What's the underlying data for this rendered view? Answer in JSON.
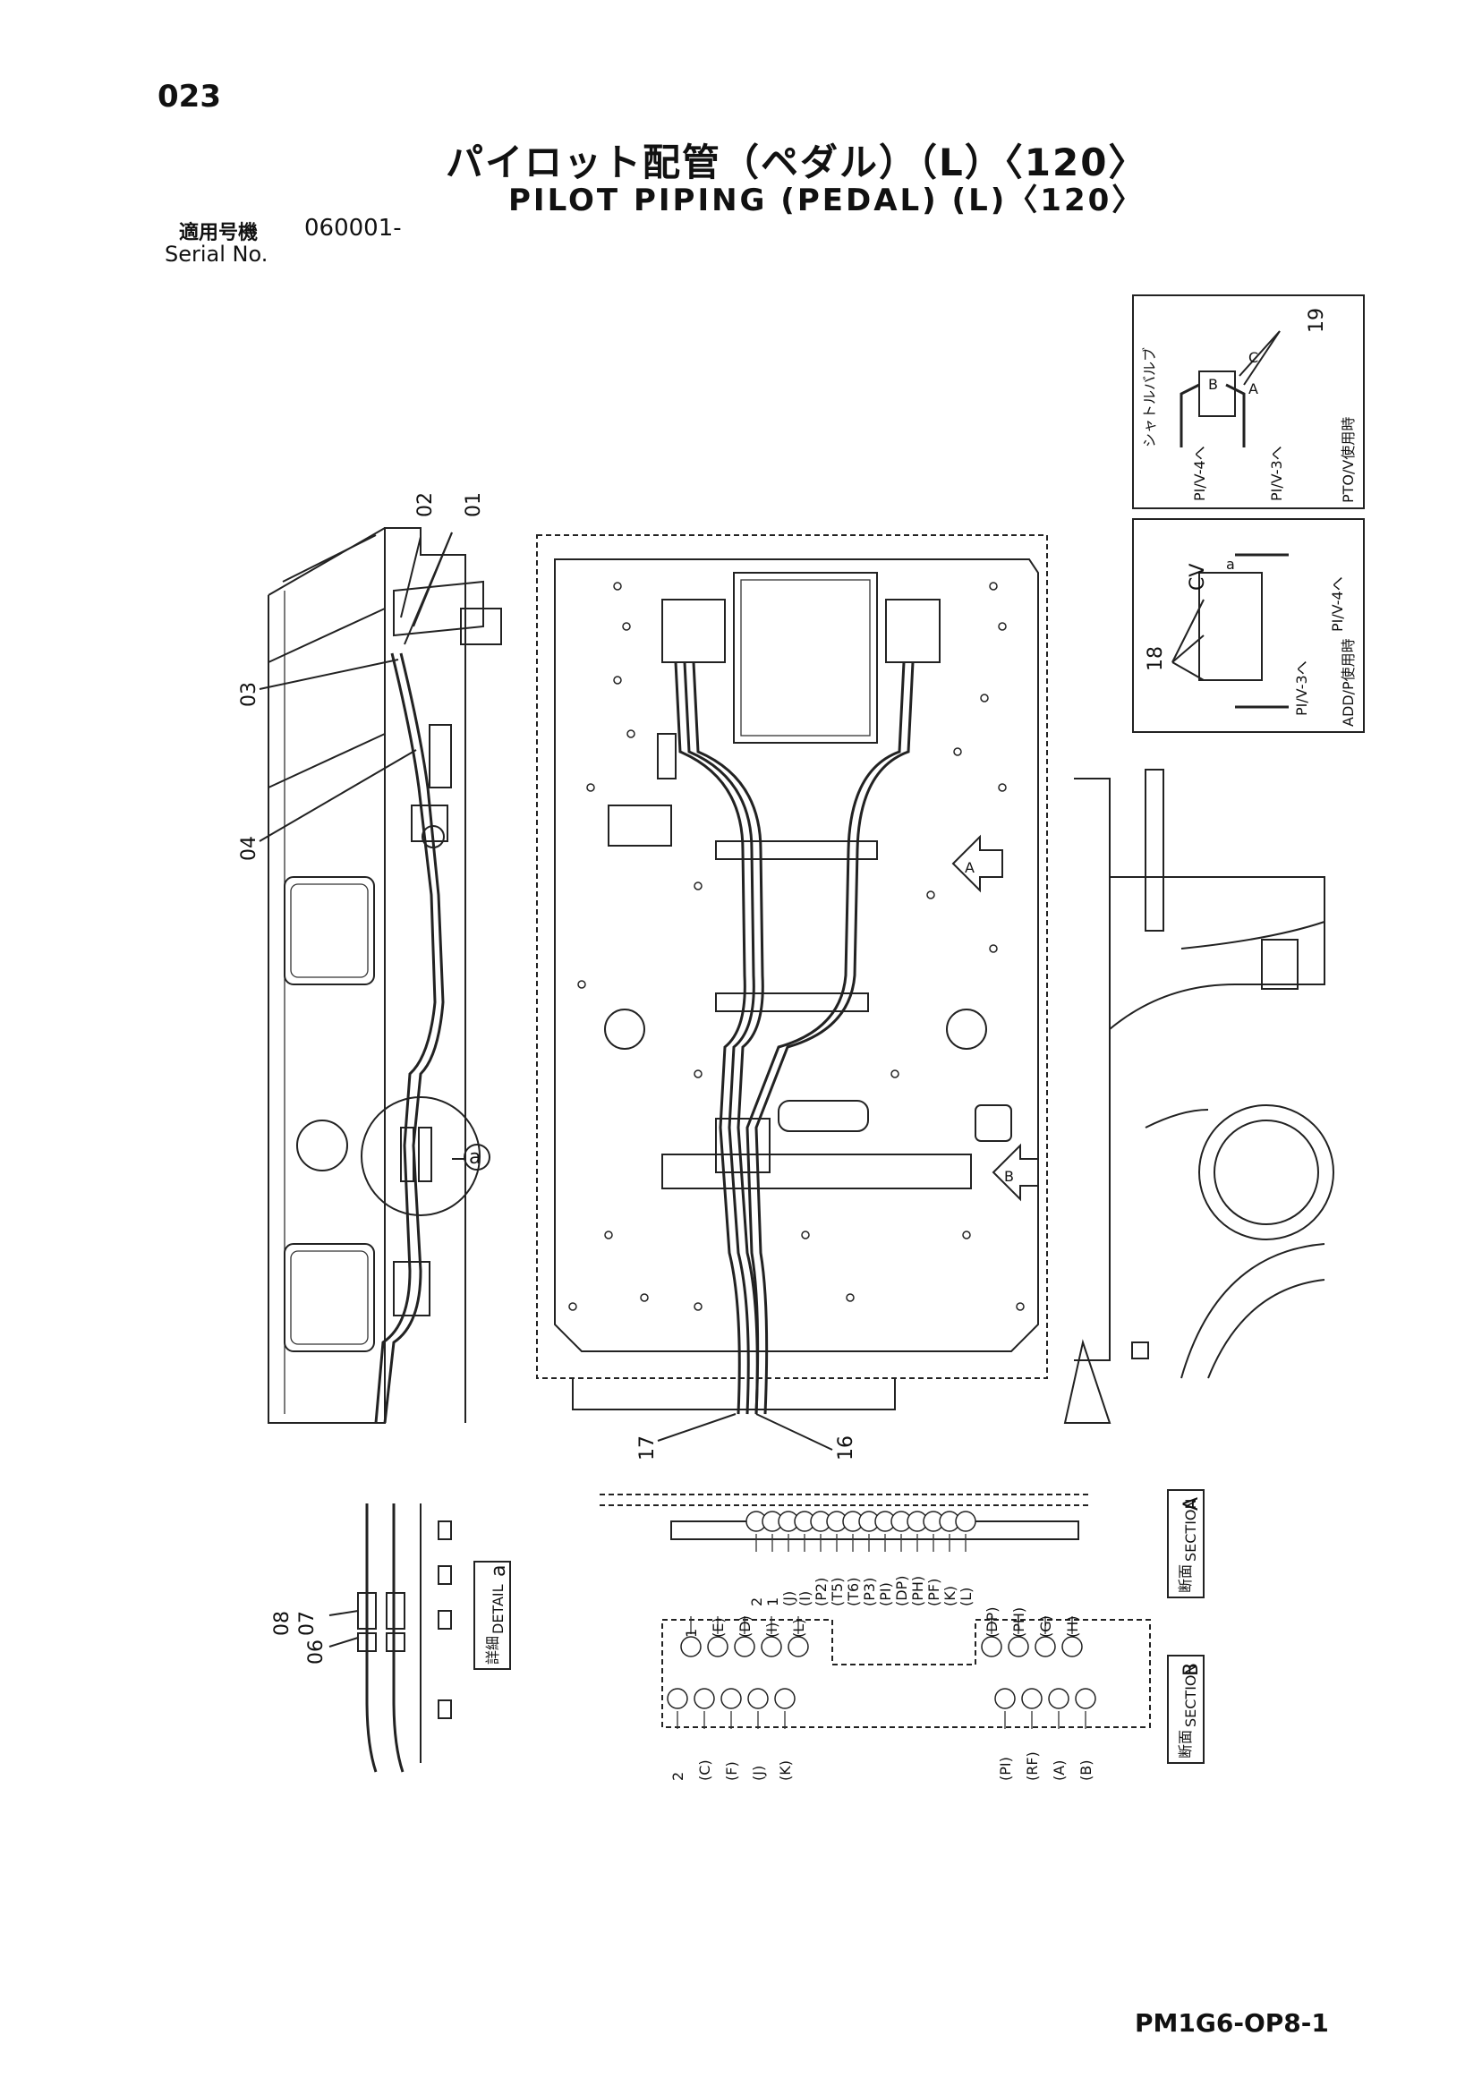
{
  "page": {
    "number": "023",
    "title_jp": "パイロット配管（ペダル）（L）〈120〉",
    "title_en": "PILOT PIPING (PEDAL) (L)〈120〉",
    "serial_label_jp": "適用号機",
    "serial_value": "060001-",
    "serial_label_en": "Serial No.",
    "footer_code": "PM1G6-OP8-1"
  },
  "callouts": {
    "part_01": "01",
    "part_02": "02",
    "part_03": "03",
    "part_04": "04",
    "part_06": "06",
    "part_07": "07",
    "part_08": "08",
    "part_16": "16",
    "part_17": "17",
    "part_18": "18",
    "part_19": "19",
    "detail_marker": "a",
    "section_marker_a": "A",
    "section_marker_b": "B"
  },
  "inset_pto": {
    "shuttle_valve": "シャトルバルブ",
    "port_b": "B",
    "port_c": "C",
    "port_a": "A",
    "to_piv4": "PI/V-4へ",
    "to_piv3": "PI/V-3へ",
    "use_case": "PTO/V使用時"
  },
  "inset_add": {
    "cv_label": "CV",
    "port_a": "a",
    "to_piv4": "PI/V-4へ",
    "to_piv3": "PI/V-3へ",
    "use_case": "ADD/P使用時"
  },
  "detail_a": {
    "label_jp": "詳細",
    "label_en": "DETAIL",
    "marker": "a"
  },
  "section_a": {
    "label_jp": "断面",
    "label_en": "SECTION",
    "marker": "A",
    "ports": [
      "2",
      "1",
      "(J)",
      "(I)",
      "(P2)",
      "(T5)",
      "(T6)",
      "(P3)",
      "(PI)",
      "(DP)",
      "(PH)",
      "(PF)",
      "(K)",
      "(L)"
    ]
  },
  "section_b": {
    "label_jp": "断面",
    "label_en": "SECTION",
    "marker": "B",
    "top_left_ports": [
      "1",
      "(E)",
      "(D)",
      "(I)",
      "(L)"
    ],
    "top_right_ports": [
      "(DP)",
      "(PH)",
      "(G)",
      "(H)"
    ],
    "bottom_left_ports": [
      "2",
      "(C)",
      "(F)",
      "(J)",
      "(K)"
    ],
    "bottom_right_ports": [
      "(PI)",
      "(RF)",
      "(A)",
      "(B)"
    ]
  },
  "colors": {
    "ink": "#222222",
    "paper": "#ffffff"
  }
}
